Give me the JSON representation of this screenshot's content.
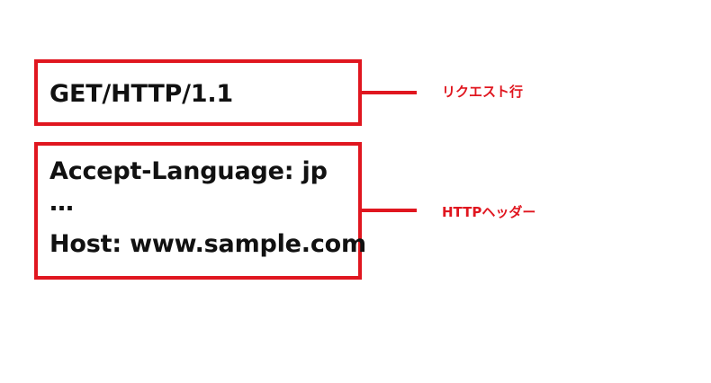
{
  "request_box": {
    "request_line": "GET/HTTP/1.1"
  },
  "header_box": {
    "accept_language": "Accept-Language: jp",
    "ellipsis": "…",
    "host": "Host: www.sample.com"
  },
  "labels": {
    "request_line_label": "リクエスト行",
    "http_header_label": "HTTPヘッダー"
  },
  "colors": {
    "accent_red": "#e0161f",
    "text": "#111111",
    "background": "#ffffff"
  }
}
